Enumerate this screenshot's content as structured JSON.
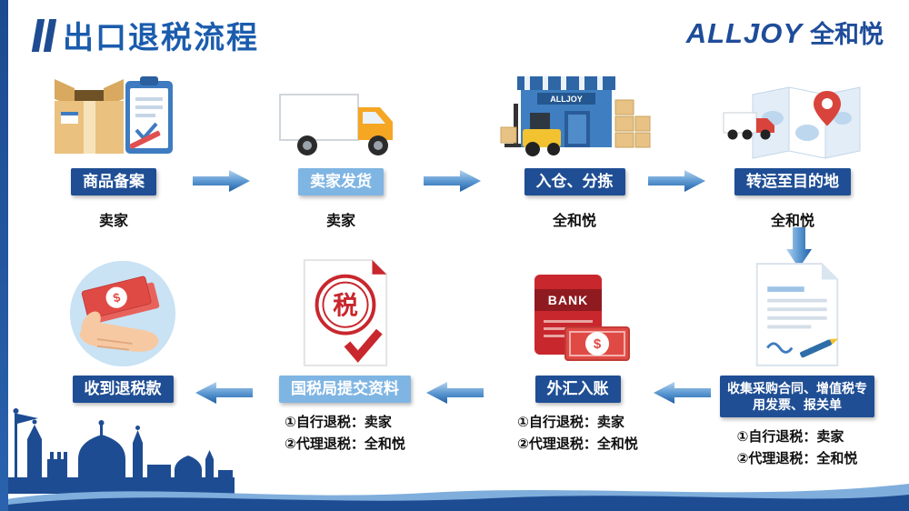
{
  "header": {
    "title": "出口退税流程",
    "brand": "ALLJOY",
    "brand_cn": "全和悦"
  },
  "flow": {
    "top_steps": [
      {
        "label": "商品备案",
        "role": "卖家"
      },
      {
        "label": "卖家发货",
        "role": "卖家"
      },
      {
        "label": "入仓、分拣",
        "role": "全和悦"
      },
      {
        "label": "转运至目的地",
        "role": "全和悦"
      }
    ],
    "bottom_steps": [
      {
        "label": "收到退税款",
        "notes": []
      },
      {
        "label": "国税局提交资料",
        "notes": [
          "①自行退税：卖家",
          "②代理退税：全和悦"
        ]
      },
      {
        "label": "外汇入账",
        "notes": [
          "①自行退税：卖家",
          "②代理退税：全和悦"
        ]
      },
      {
        "label": "收集采购合同、增值税专用发票、报关单",
        "notes": [
          "①自行退税：卖家",
          "②代理退税：全和悦"
        ]
      }
    ]
  },
  "icon_text": {
    "warehouse_sign": "ALLJOY",
    "bank": "BANK",
    "tax_seal": "税",
    "currency": "$"
  },
  "colors": {
    "dark_blue": "#1F4E94",
    "light_blue": "#7FB5E3",
    "title_blue": "#1B5CAD",
    "red": "#C8272D",
    "orange": "#F5A623"
  }
}
